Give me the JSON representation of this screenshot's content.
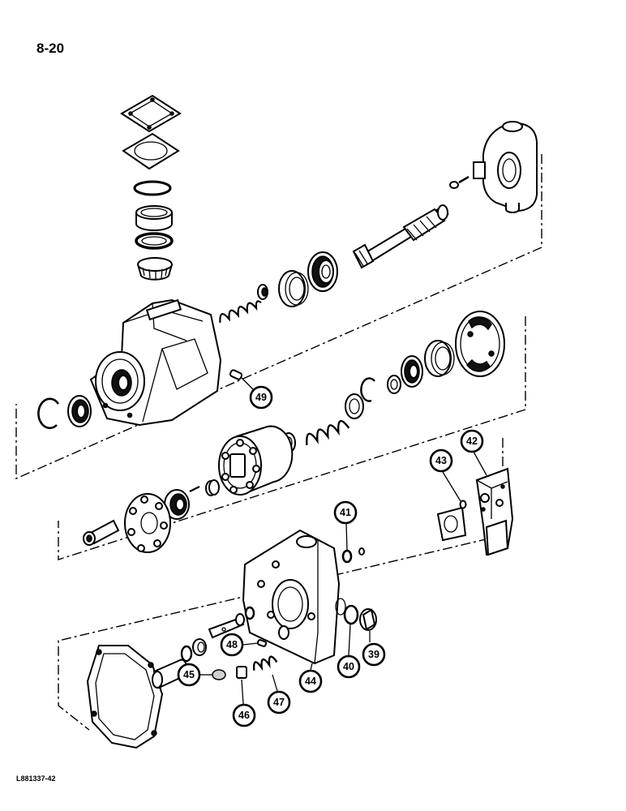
{
  "page": {
    "number": "8-20",
    "figure_code": "L881337-42"
  },
  "callouts": [
    {
      "id": "39",
      "label": "39"
    },
    {
      "id": "40",
      "label": "40"
    },
    {
      "id": "41",
      "label": "41"
    },
    {
      "id": "42",
      "label": "42"
    },
    {
      "id": "43",
      "label": "43"
    },
    {
      "id": "44",
      "label": "44"
    },
    {
      "id": "45",
      "label": "45"
    },
    {
      "id": "46",
      "label": "46"
    },
    {
      "id": "47",
      "label": "47"
    },
    {
      "id": "48",
      "label": "48"
    },
    {
      "id": "49",
      "label": "49"
    }
  ]
}
